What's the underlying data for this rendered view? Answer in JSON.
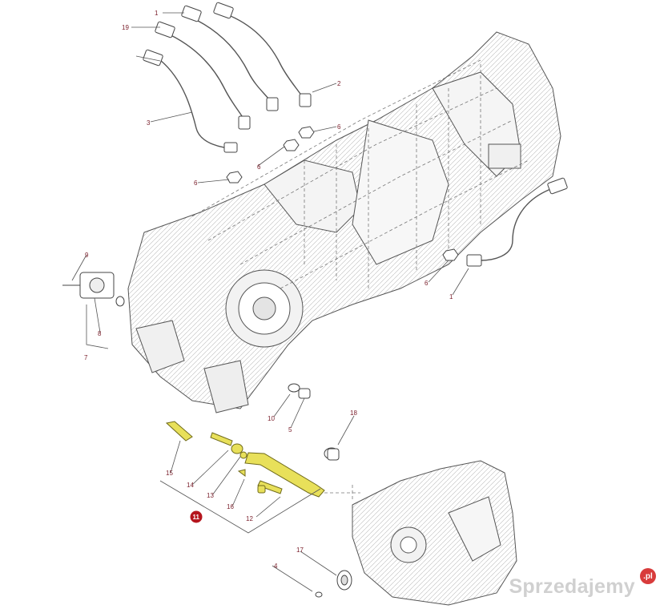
{
  "diagram": {
    "callouts": {
      "c1a": "1",
      "c19": "19",
      "c2": "2",
      "c3": "3",
      "c6a": "6",
      "c6b": "6",
      "c6c": "6",
      "c6d": "6",
      "c9": "9",
      "c8": "8",
      "c7": "7",
      "c1b": "1",
      "c10": "10",
      "c5": "5",
      "c18": "18",
      "c15": "15",
      "c14": "14",
      "c13": "13",
      "c16": "16",
      "c12": "12",
      "c11": "11",
      "c17": "17",
      "c4": "4"
    },
    "colors": {
      "line": "#555555",
      "dash": "#666666",
      "callout": "#7a1f2b",
      "highlight": "#e8e05a",
      "badge": "#b5161e"
    }
  },
  "watermark": {
    "text": "Sprzedajemy",
    "badge": ".pl"
  }
}
